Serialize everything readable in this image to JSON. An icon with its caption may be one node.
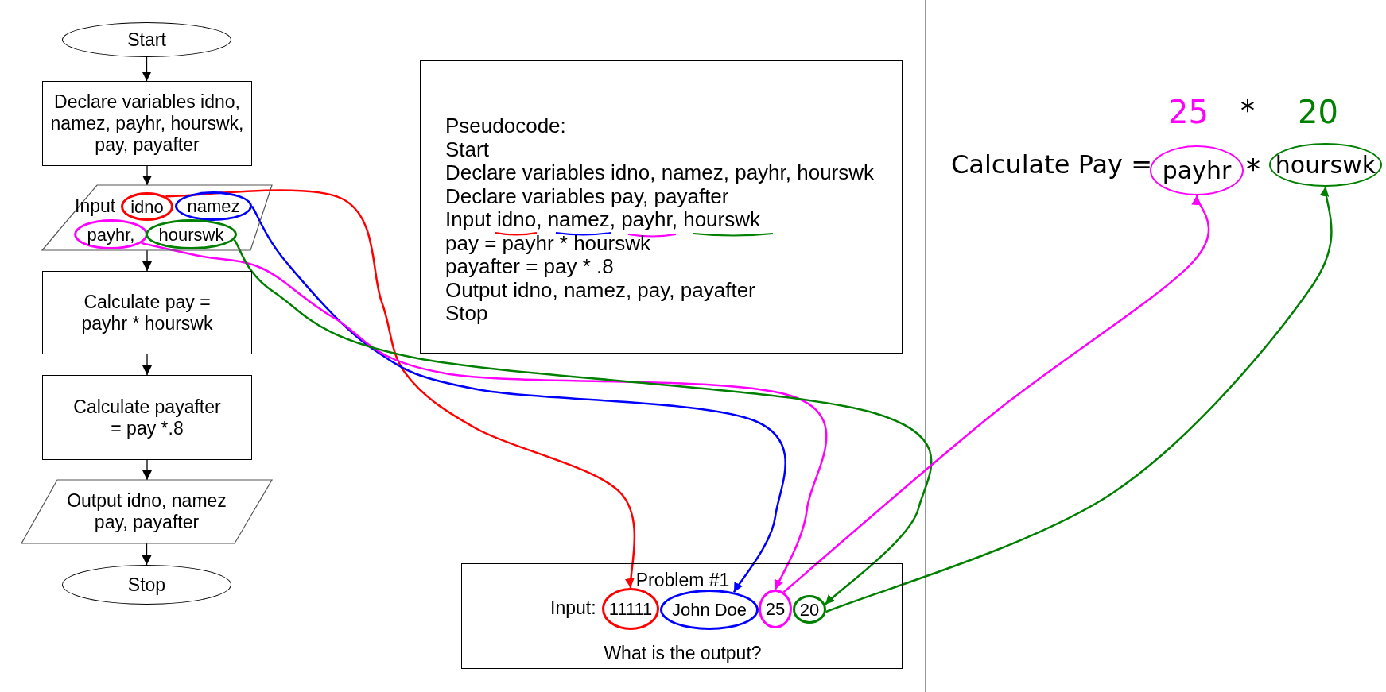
{
  "diagram": {
    "nodes": [
      {
        "text": [
          "Start"
        ]
      },
      {
        "text": [
          "Declare variables idno, namez, payhr, hourswk, pay, payafter"
        ]
      },
      {
        "text": [
          "Input"
        ]
      },
      {
        "text": [
          "idno"
        ],
        "in": 2
      },
      {
        "text": [
          "namez"
        ],
        "in": 2
      },
      {
        "text": [
          "payhr,"
        ],
        "in": 2
      },
      {
        "text": [
          "hourswk"
        ],
        "in": 2
      },
      {
        "text": [
          "Calculate pay = payhr * hourswk"
        ]
      },
      {
        "text": [
          "Calculate payafter = pay *.8"
        ]
      },
      {
        "text": [
          "Output idno, namez pay, payafter"
        ]
      },
      {
        "text": [
          "Stop"
        ]
      },
      {
        "text": [
          "Pseudocode:",
          "Start",
          "Declare variables idno, namez, payhr, hourswk",
          "Declare variables pay, payafter",
          "Input idno, namez, payhr, hourswk",
          "pay = payhr * hourswk",
          "payafter = pay * .8",
          "Output idno, namez, pay, payafter",
          "Stop"
        ]
      },
      {
        "text": [
          "Problem #1",
          "Input:",
          "What is the output?"
        ]
      },
      {
        "text": [
          "11111"
        ],
        "in": 12
      },
      {
        "text": [
          "John Doe"
        ],
        "in": 12
      },
      {
        "text": [
          "25"
        ],
        "in": 12
      },
      {
        "text": [
          "20"
        ],
        "in": 12
      },
      {
        "text": [
          "payhr"
        ]
      },
      {
        "text": [
          "hourswk"
        ]
      }
    ],
    "edges": [
      {
        "from": 0,
        "to": 1,
        "arrow": "to"
      },
      {
        "from": 1,
        "to": 2,
        "arrow": "to"
      },
      {
        "from": 2,
        "to": 7,
        "arrow": "to"
      },
      {
        "from": 7,
        "to": 8,
        "arrow": "to"
      },
      {
        "from": 8,
        "to": 9,
        "arrow": "to"
      },
      {
        "from": 9,
        "to": 10,
        "arrow": "to"
      },
      {
        "from": 3,
        "to": 13,
        "arrow": "to",
        "color": "#ff0000"
      },
      {
        "from": 4,
        "to": 14,
        "arrow": "to",
        "color": "#0000ff"
      },
      {
        "from": 5,
        "to": 15,
        "arrow": "to",
        "color": "#ff00ff"
      },
      {
        "from": 6,
        "to": 16,
        "arrow": "to",
        "color": "#008000"
      },
      {
        "from": 15,
        "to": 17,
        "arrow": "to",
        "color": "#ff00ff"
      },
      {
        "from": 16,
        "to": 18,
        "arrow": "to",
        "color": "#008000"
      }
    ],
    "labels": [
      "25",
      "*",
      "20",
      "Calculate Pay =",
      "*"
    ]
  }
}
